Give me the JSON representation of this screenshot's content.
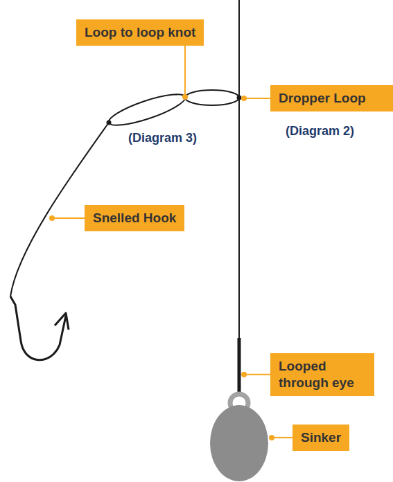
{
  "diagram": {
    "nodes": [
      {
        "text": [
          "Loop to loop knot"
        ]
      },
      {
        "text": [
          "Dropper Loop"
        ]
      },
      {
        "text": [
          "Snelled Hook"
        ]
      },
      {
        "text": [
          "Looped through eye"
        ]
      },
      {
        "text": [
          "Sinker"
        ]
      }
    ],
    "labels": [
      "(Diagram 3)",
      "(Diagram 2)"
    ]
  }
}
